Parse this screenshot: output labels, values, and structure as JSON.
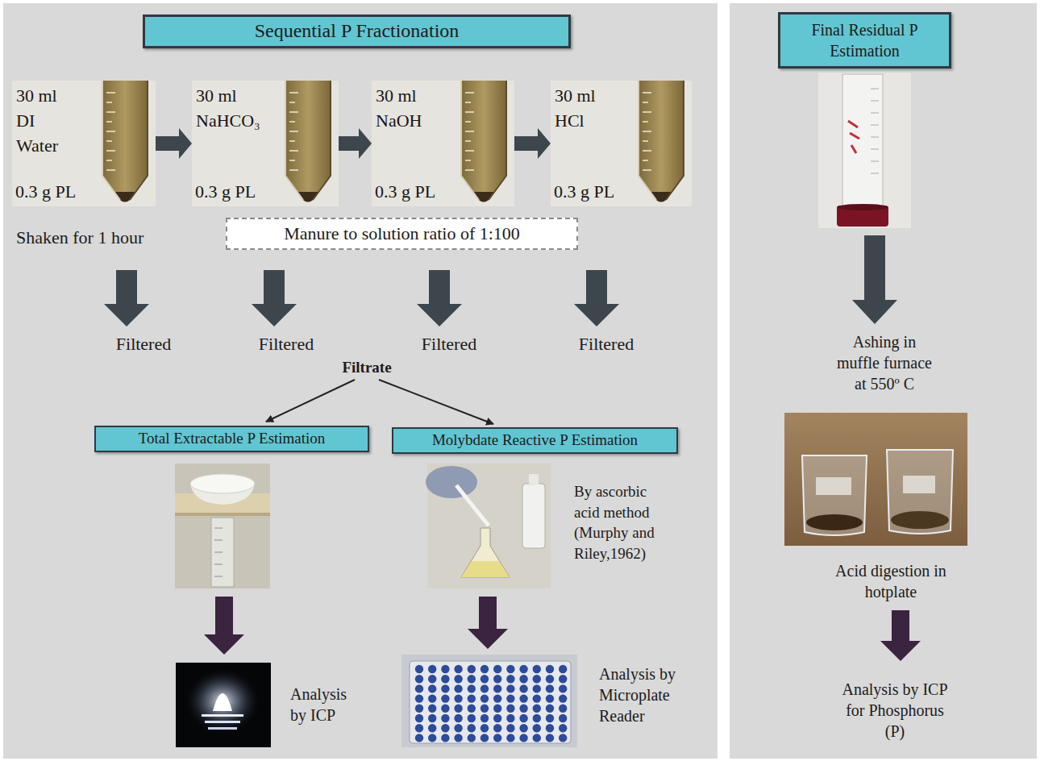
{
  "diagram": {
    "nodes": [
      {
        "text": [
          "Sequential P Fractionation"
        ]
      },
      {
        "text": [
          "30 ml DI Water",
          "0.3 g PL"
        ]
      },
      {
        "text": [
          "30 ml NaHCO₃",
          "0.3 g PL"
        ]
      },
      {
        "text": [
          "30 ml NaOH",
          "0.3 g PL"
        ]
      },
      {
        "text": [
          "30 ml HCl",
          "0.3 g PL"
        ]
      },
      {
        "text": [
          "Manure to solution ratio of 1:100"
        ]
      },
      {
        "text": [
          "Total Extractable P Estimation"
        ]
      },
      {
        "text": [
          "Molybdate Reactive P Estimation"
        ]
      },
      {
        "text": [
          "Final Residual P Estimation"
        ]
      }
    ],
    "edges": [
      {
        "from": 1,
        "to": 2,
        "arrow": "to"
      },
      {
        "from": 2,
        "to": 3,
        "arrow": "to"
      },
      {
        "from": 3,
        "to": 4,
        "arrow": "to"
      }
    ],
    "labels": [
      "Shaken for 1 hour",
      "Filtered",
      "Filtered",
      "Filtered",
      "Filtered",
      "Filtrate",
      "By ascorbic acid method (Murphy and Riley,1962)",
      "Analysis by ICP",
      "Analysis by Microplate Reader",
      "Ashing in muffle furnace at 550º C",
      "Acid digestion in hotplate",
      "Analysis by ICP for Phosphorus (P)"
    ]
  }
}
